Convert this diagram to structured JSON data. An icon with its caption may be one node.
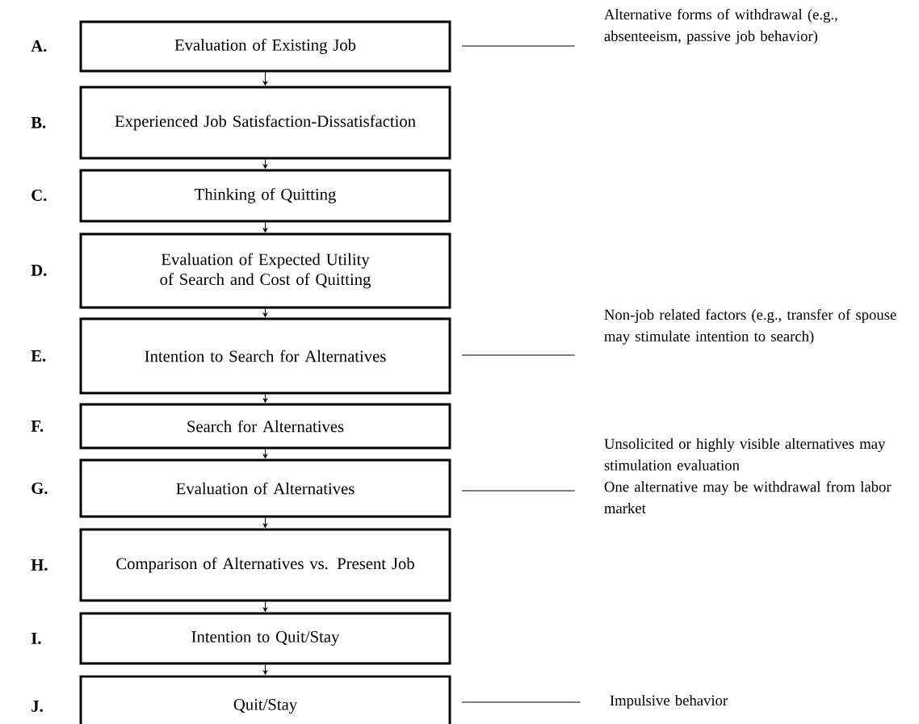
{
  "diagram": {
    "nodes": [
      {
        "text": [
          "Evaluation of Existing Job"
        ],
        "beside": [
          "A."
        ]
      },
      {
        "text": [
          "Experienced Job Satisfaction-Dissatisfaction"
        ],
        "beside": [
          "B."
        ]
      },
      {
        "text": [
          "Thinking of Quitting"
        ],
        "beside": [
          "C."
        ]
      },
      {
        "text": [
          "Evaluation of Expected Utility of Search and Cost of Quitting"
        ],
        "beside": [
          "D."
        ]
      },
      {
        "text": [
          "Intention to Search for Alternatives"
        ],
        "beside": [
          "E."
        ]
      },
      {
        "text": [
          "Search for Alternatives"
        ],
        "beside": [
          "F."
        ]
      },
      {
        "text": [
          "Evaluation of Alternatives"
        ],
        "beside": [
          "G."
        ]
      },
      {
        "text": [
          "Comparison of Alternatives vs. Present Job"
        ],
        "beside": [
          "H."
        ]
      },
      {
        "text": [
          "Intention to Quit/Stay"
        ],
        "beside": [
          "I."
        ]
      },
      {
        "text": [
          "Quit/Stay"
        ],
        "beside": [
          "J."
        ]
      },
      {
        "text": [
          "Alternative forms of withdrawal (e.g., absenteeism, passive job behavior)"
        ]
      },
      {
        "text": [
          "Non-job related factors (e.g., transfer of spouse may stimulate intention to search)"
        ]
      },
      {
        "text": [
          "Unsolicited or highly visible alternatives may stimulation evaluation",
          "One alternative may be withdrawal from labor market"
        ]
      },
      {
        "text": [
          "Impulsive behavior"
        ]
      }
    ],
    "edges": [
      {
        "from": 0,
        "to": 1,
        "arrow": "to"
      },
      {
        "from": 1,
        "to": 2,
        "arrow": "to"
      },
      {
        "from": 2,
        "to": 3,
        "arrow": "to"
      },
      {
        "from": 3,
        "to": 4,
        "arrow": "to"
      },
      {
        "from": 4,
        "to": 5,
        "arrow": "to"
      },
      {
        "from": 5,
        "to": 6,
        "arrow": "to"
      },
      {
        "from": 6,
        "to": 7,
        "arrow": "to"
      },
      {
        "from": 7,
        "to": 8,
        "arrow": "to"
      },
      {
        "from": 8,
        "to": 9,
        "arrow": "to"
      },
      {
        "from": 0,
        "to": 10,
        "arrow": "none"
      },
      {
        "from": 4,
        "to": 11,
        "arrow": "none"
      },
      {
        "from": 6,
        "to": 12,
        "arrow": "none"
      },
      {
        "from": 9,
        "to": 13,
        "arrow": "none"
      }
    ]
  }
}
